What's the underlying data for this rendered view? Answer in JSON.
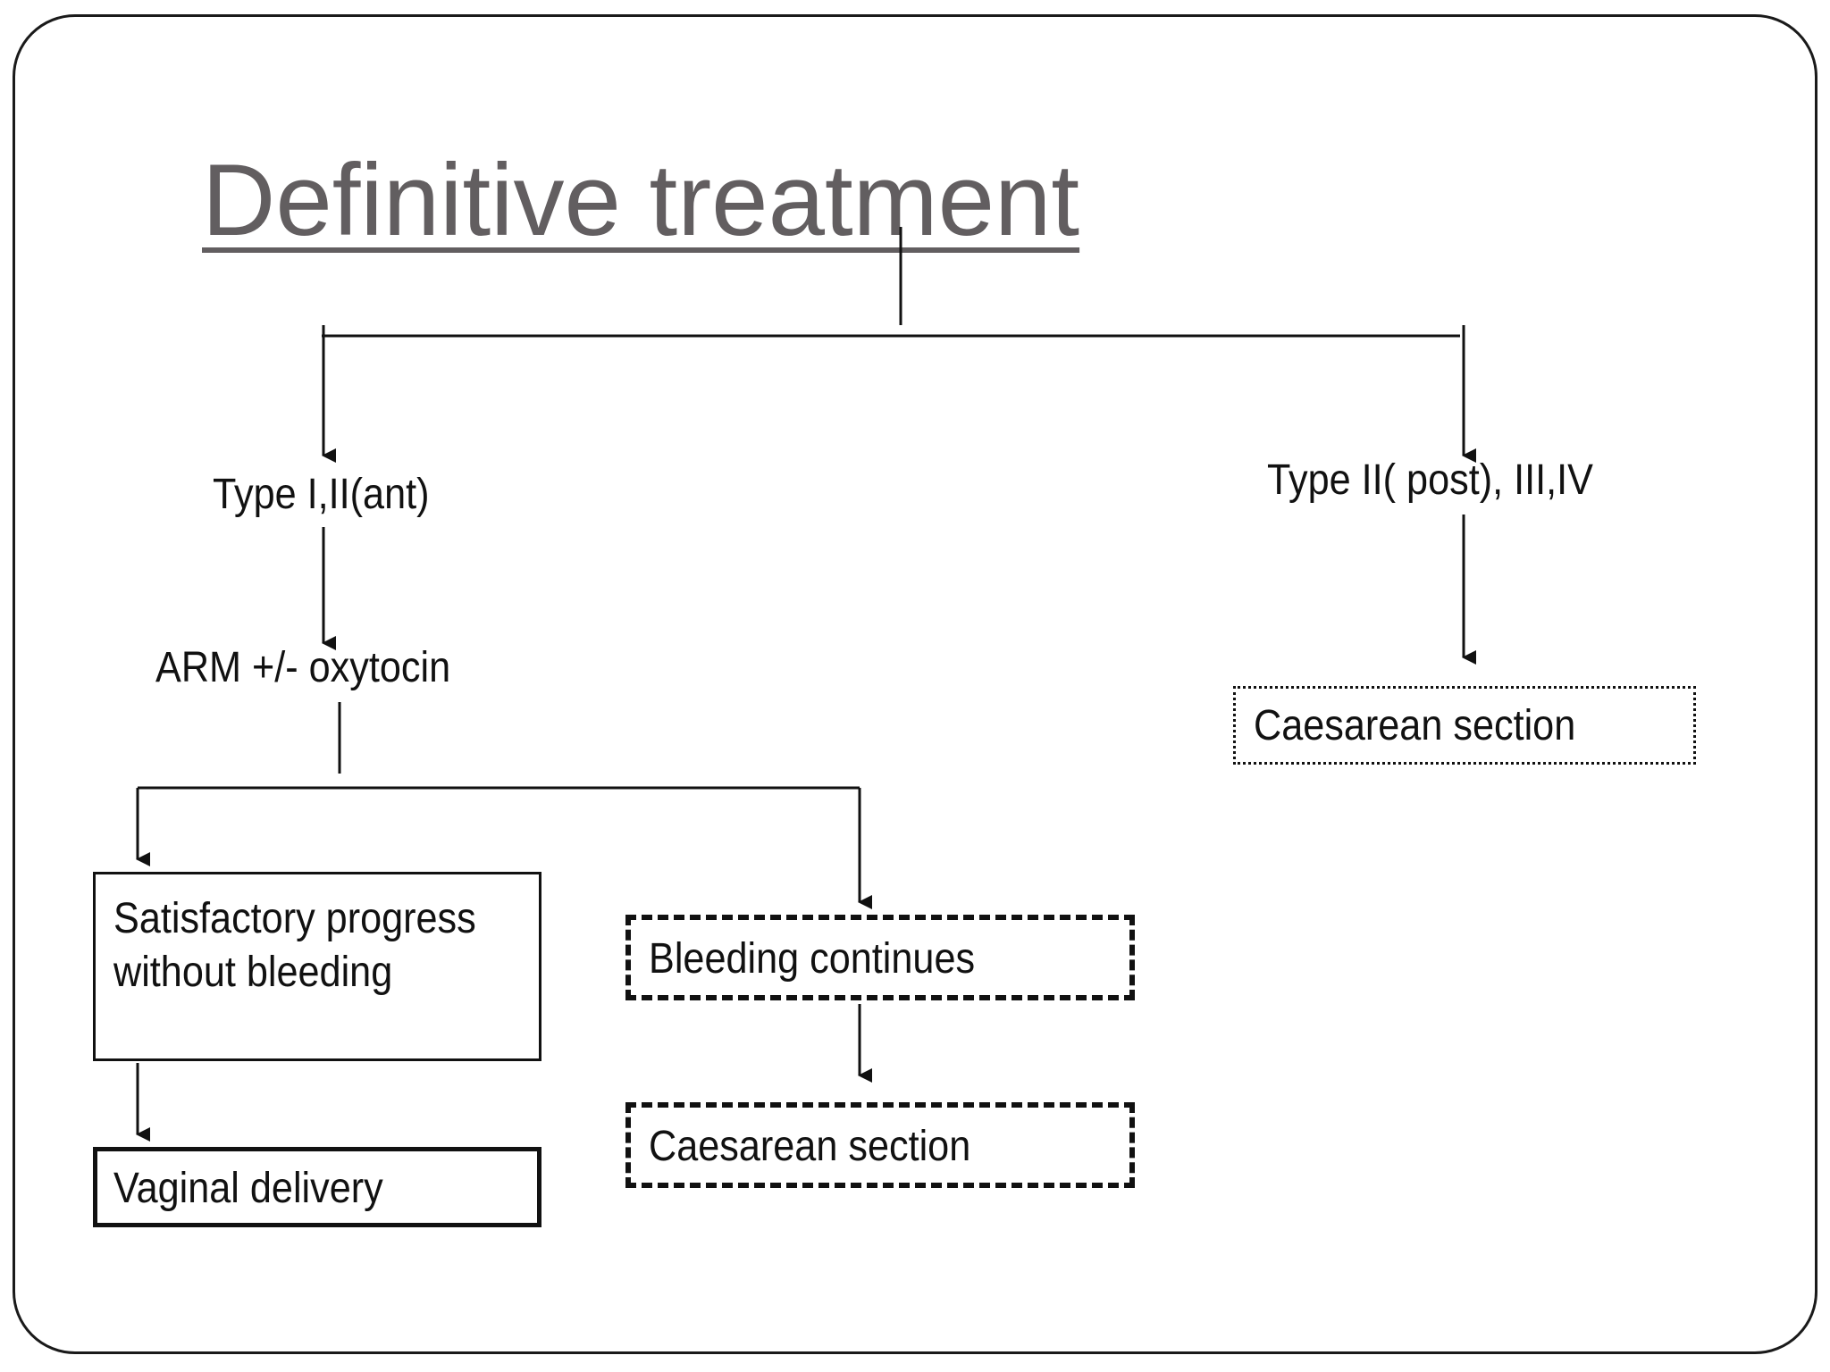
{
  "title": "Definitive treatment",
  "nodes": {
    "left_branch": "Type I,II(ant)",
    "right_branch": "Type II( post), III,IV",
    "arm": "ARM +/- oxytocin",
    "right_outcome": "Caesarean section",
    "satisfactory_line1": "Satisfactory progress",
    "satisfactory_line2": "without bleeding",
    "vaginal": "Vaginal delivery",
    "bleeding": "Bleeding continues",
    "caesarean_after_bleeding": "Caesarean section"
  },
  "colors": {
    "title": "#625e60",
    "text": "#111111",
    "line": "#111111",
    "frame": "#1a1a1a"
  }
}
